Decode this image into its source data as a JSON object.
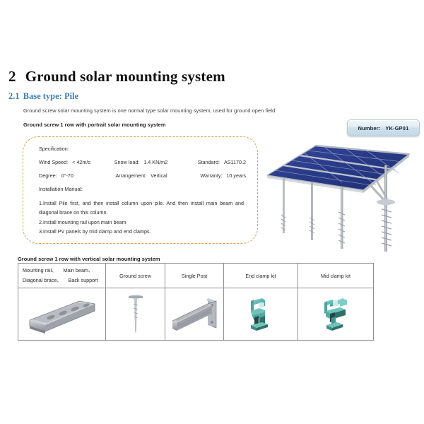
{
  "document": {
    "section_number": "2",
    "section_title": "Ground solar mounting system",
    "subsection_number": "2.1",
    "subsection_title": "Base type: Pile",
    "intro": "Ground screw solar mounting system is one normal type solar mounting system, used for ground open field.",
    "subhead_portrait": "Ground screw 1 row with portrait solar mounting system",
    "subhead_vertical": "Ground screw 1 row with vertical solar mounting system"
  },
  "badge": {
    "label": "Number:",
    "value": "YK-GP01"
  },
  "specification": {
    "title": "Specification:",
    "rows": [
      [
        {
          "label": "Wind Speed:",
          "value": "< 42m/s"
        },
        {
          "label": "Snow load:",
          "value": "1.4 KN/m2"
        },
        {
          "label": "Standard:",
          "value": "AS1170.2"
        }
      ],
      [
        {
          "label": "Degree:",
          "value": "0°-70"
        },
        {
          "label": "Arrangement:",
          "value": "Vertical"
        },
        {
          "label": "Warranty:",
          "value": "10 years"
        }
      ]
    ],
    "manual_title": "Installation Manual:",
    "manual_items": [
      "1.Install Pile first, and then install column upon pile. And then install main beam and diagonal brace on this column.",
      "2.Install mounting rail upon main beam",
      "3.Install PV panels by mid clamp and end clamps."
    ]
  },
  "components_table": {
    "headers": [
      {
        "line1a": "Mounting rail、",
        "line1b": "Main beam、",
        "line2a": "Diagonal brace、",
        "line2b": "Back support",
        "multiline": true
      },
      {
        "text": "Ground screw"
      },
      {
        "text": "Single Post"
      },
      {
        "text": "End clamp kit"
      },
      {
        "text": "Mid clamp kit"
      }
    ],
    "images": [
      "mounting-rail-image",
      "ground-screw-image",
      "single-post-image",
      "end-clamp-kit-image",
      "mid-clamp-kit-image"
    ]
  },
  "illustration": {
    "name": "solar-array-on-ground-screw-piles",
    "panel_color": "#2a3a8c",
    "frame_color": "#c9cdd4",
    "post_color": "#a8adb5"
  },
  "colors": {
    "heading_blue": "#3c7cb5",
    "dashed_border": "#d9a441",
    "table_border": "#8e8e8e",
    "clamp_teal": "#69bfb9",
    "metal_gray": "#9a9ea5"
  }
}
